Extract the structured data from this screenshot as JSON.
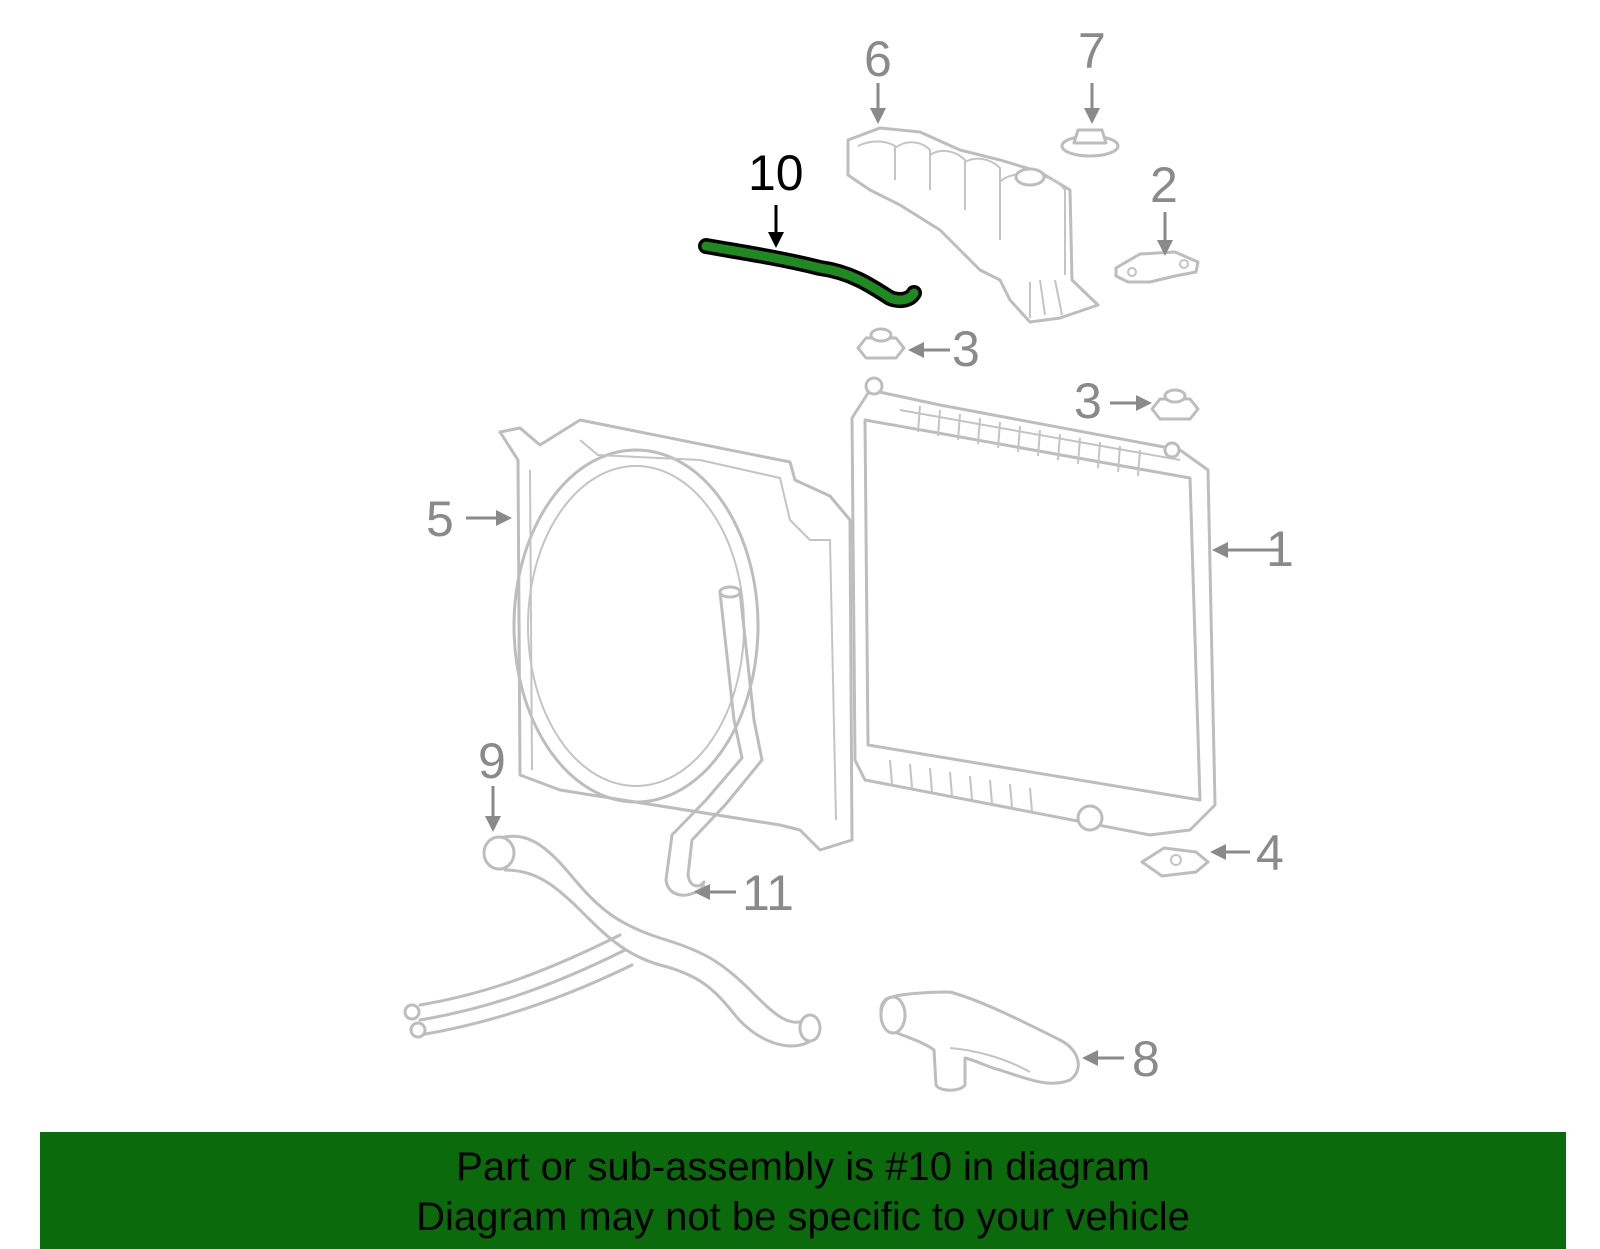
{
  "highlight_color": "#0b6a0b",
  "callouts": {
    "c1": "1",
    "c2": "2",
    "c3a": "3",
    "c3b": "3",
    "c4": "4",
    "c5": "5",
    "c6": "6",
    "c7": "7",
    "c8": "8",
    "c9": "9",
    "c10": "10",
    "c11": "11"
  },
  "banner": {
    "line1": "Part or sub-assembly is #10 in diagram",
    "line2": "Diagram may not be specific to your vehicle"
  }
}
